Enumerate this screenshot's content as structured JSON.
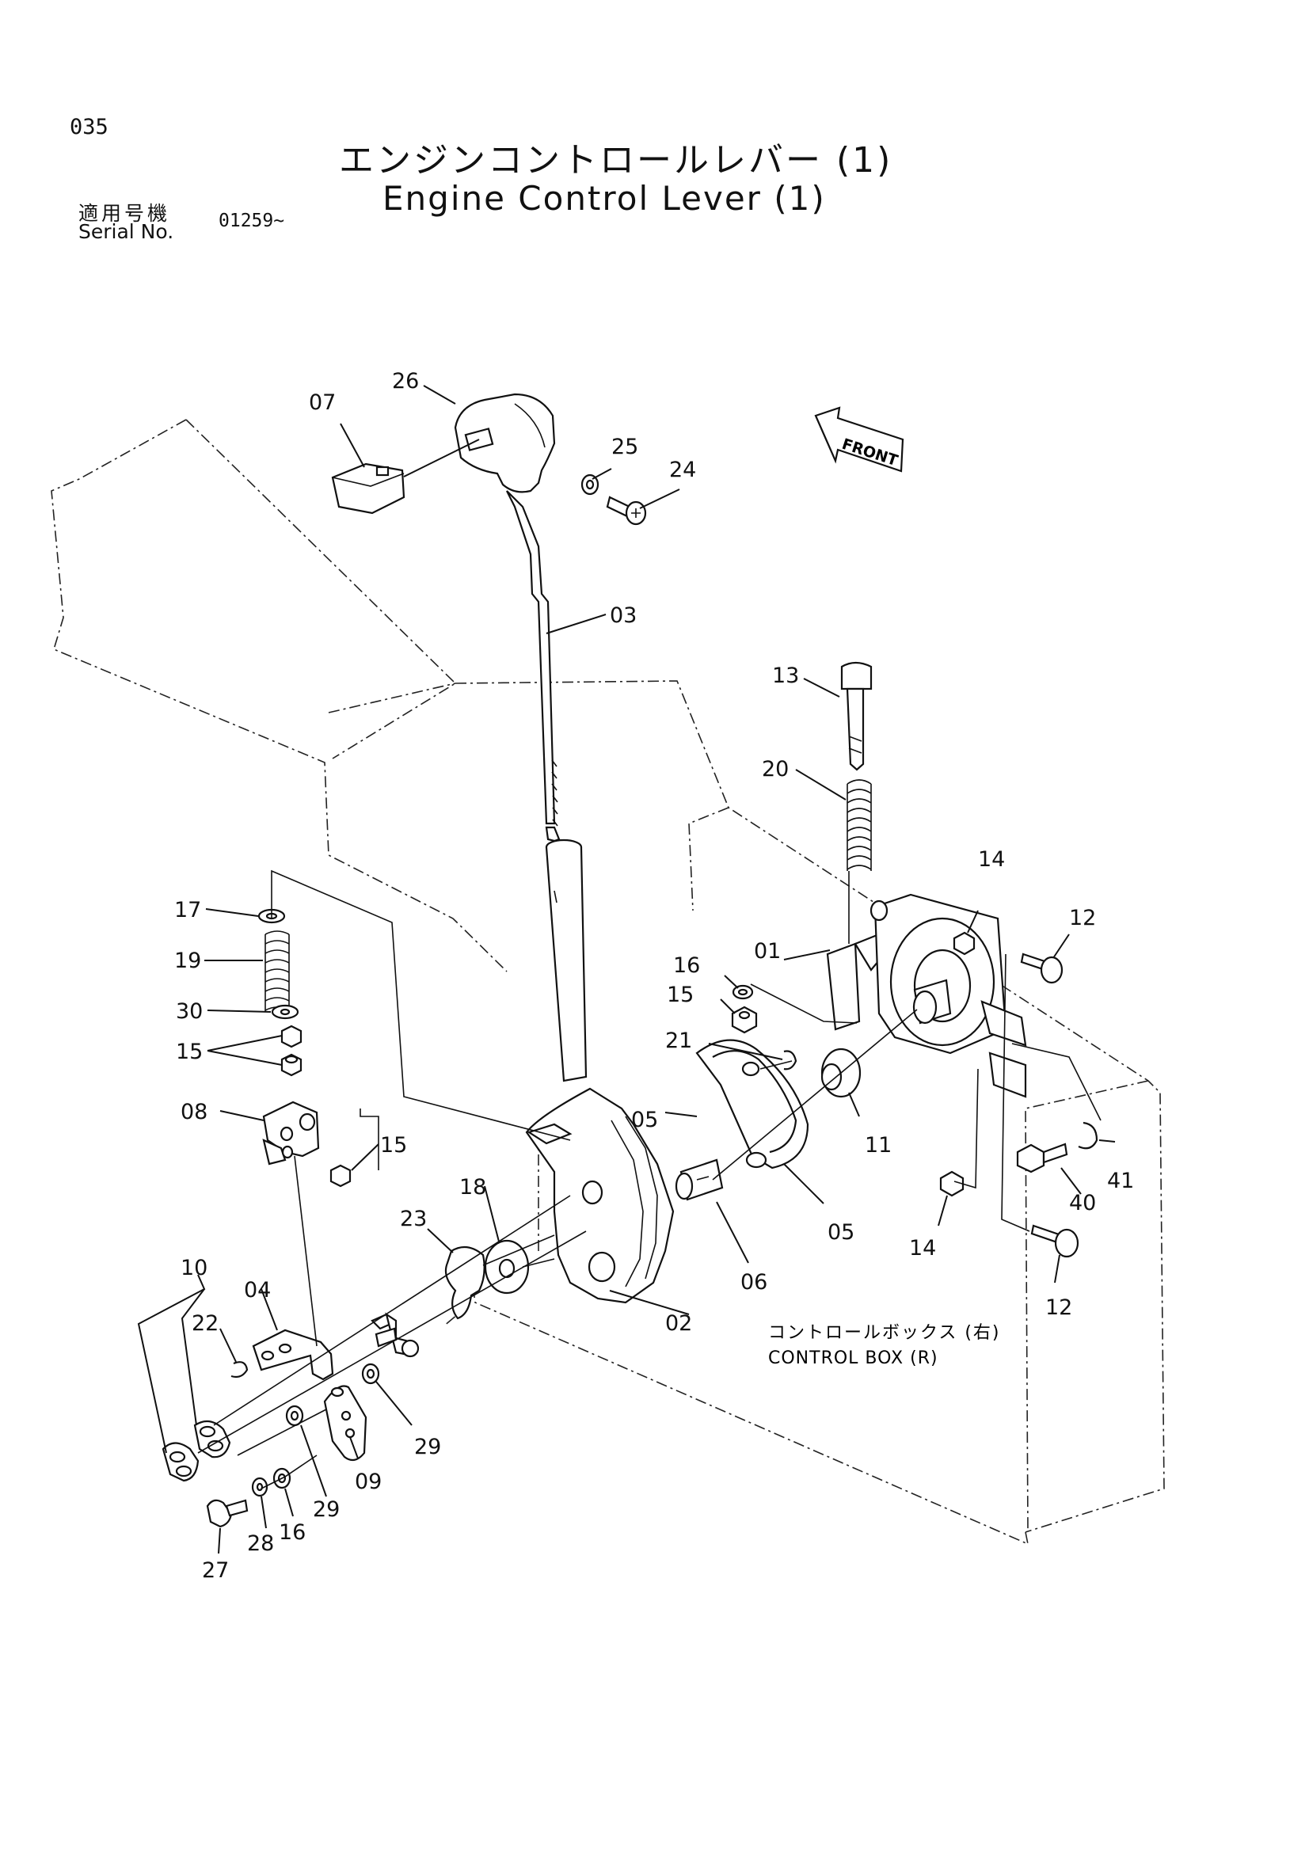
{
  "header": {
    "page_number": "035",
    "title_jp": "エンジンコントロールレバー (1)",
    "title_en": "Engine Control Lever (1)",
    "serial_label_jp": "適用号機",
    "serial_label_en": "Serial No.",
    "serial_value": "01259~"
  },
  "arrow_label": "FRONT",
  "callout_jp": "コントロールボックス (右)",
  "callout_en": "CONTROL BOX (R)",
  "parts": [
    {
      "id": "p26",
      "label": "26"
    },
    {
      "id": "p07",
      "label": "07"
    },
    {
      "id": "p25",
      "label": "25"
    },
    {
      "id": "p24",
      "label": "24"
    },
    {
      "id": "p03",
      "label": "03"
    },
    {
      "id": "p13",
      "label": "13"
    },
    {
      "id": "p20",
      "label": "20"
    },
    {
      "id": "p14a",
      "label": "14"
    },
    {
      "id": "p12a",
      "label": "12"
    },
    {
      "id": "p01",
      "label": "01"
    },
    {
      "id": "p16a",
      "label": "16"
    },
    {
      "id": "p15a",
      "label": "15"
    },
    {
      "id": "p21",
      "label": "21"
    },
    {
      "id": "p11",
      "label": "11"
    },
    {
      "id": "p05a",
      "label": "05"
    },
    {
      "id": "p05b",
      "label": "05"
    },
    {
      "id": "p06",
      "label": "06"
    },
    {
      "id": "p02",
      "label": "02"
    },
    {
      "id": "p14b",
      "label": "14"
    },
    {
      "id": "p40",
      "label": "40"
    },
    {
      "id": "p41",
      "label": "41"
    },
    {
      "id": "p12b",
      "label": "12"
    },
    {
      "id": "p17",
      "label": "17"
    },
    {
      "id": "p19",
      "label": "19"
    },
    {
      "id": "p30",
      "label": "30"
    },
    {
      "id": "p15b",
      "label": "15"
    },
    {
      "id": "p08",
      "label": "08"
    },
    {
      "id": "p15c",
      "label": "15"
    },
    {
      "id": "p18",
      "label": "18"
    },
    {
      "id": "p23",
      "label": "23"
    },
    {
      "id": "p10",
      "label": "10"
    },
    {
      "id": "p04",
      "label": "04"
    },
    {
      "id": "p22",
      "label": "22"
    },
    {
      "id": "p29a",
      "label": "29"
    },
    {
      "id": "p29b",
      "label": "29"
    },
    {
      "id": "p09",
      "label": "09"
    },
    {
      "id": "p16b",
      "label": "16"
    },
    {
      "id": "p28",
      "label": "28"
    },
    {
      "id": "p27",
      "label": "27"
    }
  ]
}
